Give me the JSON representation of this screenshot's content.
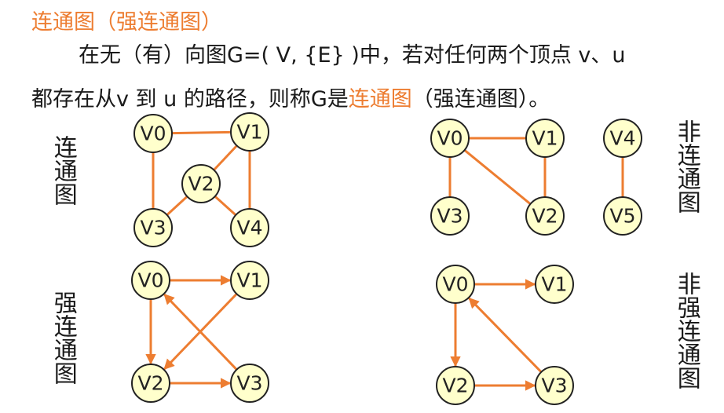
{
  "heading": "连通图（强连通图）",
  "definition": {
    "line1": "在无（有）向图G=( V, {E} )中，若对任何两个顶点 v、u",
    "line2_prefix": "都存在从v 到 u 的路径，则称G是",
    "line2_highlight": "连通图",
    "line2_suffix": "（强连通图）。"
  },
  "labels": {
    "connected": "连通图",
    "not_connected": "非连通图",
    "strongly_connected": "强连通图",
    "not_strongly_connected": "非强连通图"
  },
  "colors": {
    "accent": "#ed7d31",
    "node_fill": "#ffffcc",
    "node_stroke": "#222222"
  },
  "graphs": [
    {
      "name": "connected",
      "directed": false,
      "nodes": [
        "V0",
        "V1",
        "V2",
        "V3",
        "V4"
      ],
      "edges": [
        [
          "V0",
          "V1"
        ],
        [
          "V0",
          "V3"
        ],
        [
          "V1",
          "V2"
        ],
        [
          "V1",
          "V4"
        ],
        [
          "V2",
          "V3"
        ],
        [
          "V2",
          "V4"
        ]
      ]
    },
    {
      "name": "not-connected",
      "directed": false,
      "nodes": [
        "V0",
        "V1",
        "V2",
        "V3",
        "V4",
        "V5"
      ],
      "edges": [
        [
          "V0",
          "V1"
        ],
        [
          "V0",
          "V3"
        ],
        [
          "V0",
          "V2"
        ],
        [
          "V1",
          "V2"
        ],
        [
          "V4",
          "V5"
        ]
      ]
    },
    {
      "name": "strongly-connected",
      "directed": true,
      "nodes": [
        "V0",
        "V1",
        "V2",
        "V3"
      ],
      "edges": [
        [
          "V0",
          "V1"
        ],
        [
          "V0",
          "V2"
        ],
        [
          "V2",
          "V3"
        ],
        [
          "V3",
          "V0"
        ],
        [
          "V1",
          "V2"
        ]
      ]
    },
    {
      "name": "not-strongly-connected",
      "directed": true,
      "nodes": [
        "V0",
        "V1",
        "V2",
        "V3"
      ],
      "edges": [
        [
          "V0",
          "V1"
        ],
        [
          "V0",
          "V2"
        ],
        [
          "V2",
          "V3"
        ],
        [
          "V3",
          "V0"
        ]
      ]
    }
  ]
}
